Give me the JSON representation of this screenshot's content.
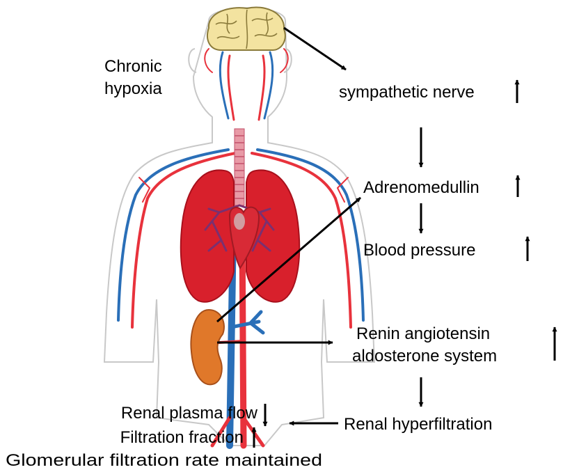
{
  "colors": {
    "artery": "#e8323c",
    "vein": "#2a6fb8",
    "lung": "#d8202c",
    "lung_dark": "#a8101c",
    "bronchi": "#7a3070",
    "heart": "#d82a36",
    "kidney": "#e0782a",
    "brain": "#f3e3a0",
    "body_outline": "#c8c8c8",
    "arrow": "#000000"
  },
  "icons": {
    "brain": "brain-icon",
    "lungs": "lungs-icon",
    "heart": "heart-icon",
    "kidney": "kidney-icon"
  },
  "labels": {
    "stimulus_line1": "Chronic",
    "stimulus_line2": "hypoxia",
    "sympathetic": "sympathetic nerve",
    "adrenomedullin": "Adrenomedullin",
    "blood_pressure": "Blood pressure",
    "raas_line1": "Renin angiotensin",
    "raas_line2": "aldosterone system",
    "hyperfiltration": "Renal hyperfiltration",
    "renal_plasma_flow": "Renal plasma flow",
    "filtration_fraction": "Filtration fraction",
    "gfr": "Glomerular filtration rate maintained"
  },
  "indicators": {
    "up": "up",
    "down": "down"
  }
}
